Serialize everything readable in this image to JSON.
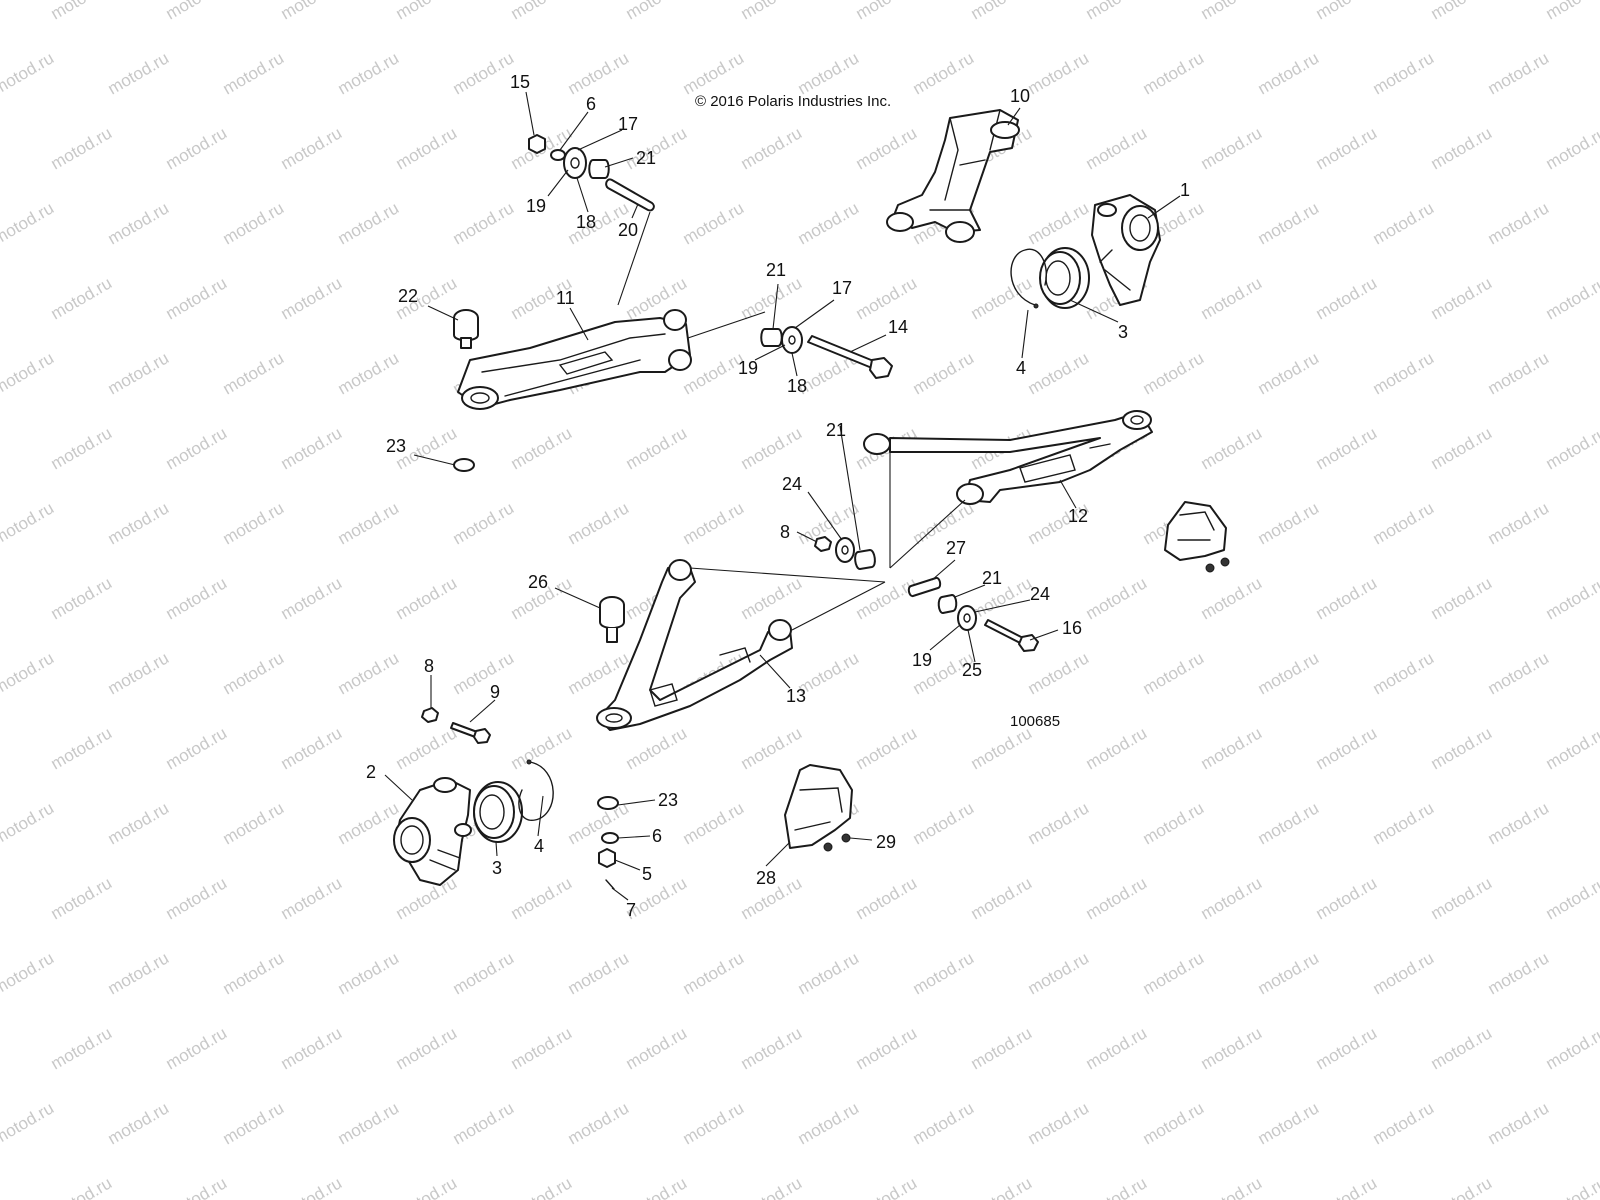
{
  "copyright": "© 2016 Polaris Industries Inc.",
  "figure_number": "100685",
  "watermark_text": "motod.ru",
  "colors": {
    "ink": "#1a1a1a",
    "watermark": "#c8c8c8",
    "background": "#ffffff"
  },
  "callouts": [
    {
      "id": "c15a",
      "label": "15"
    },
    {
      "id": "c6a",
      "label": "6"
    },
    {
      "id": "c17a",
      "label": "17"
    },
    {
      "id": "c21a",
      "label": "21"
    },
    {
      "id": "c19a",
      "label": "19"
    },
    {
      "id": "c18a",
      "label": "18"
    },
    {
      "id": "c20",
      "label": "20"
    },
    {
      "id": "c10",
      "label": "10"
    },
    {
      "id": "c1",
      "label": "1"
    },
    {
      "id": "c22",
      "label": "22"
    },
    {
      "id": "c11",
      "label": "11"
    },
    {
      "id": "c21b",
      "label": "21"
    },
    {
      "id": "c17b",
      "label": "17"
    },
    {
      "id": "c14",
      "label": "14"
    },
    {
      "id": "c19b",
      "label": "19"
    },
    {
      "id": "c18b",
      "label": "18"
    },
    {
      "id": "c3a",
      "label": "3"
    },
    {
      "id": "c4a",
      "label": "4"
    },
    {
      "id": "c23a",
      "label": "23"
    },
    {
      "id": "c21c",
      "label": "21"
    },
    {
      "id": "c24a",
      "label": "24"
    },
    {
      "id": "c8a",
      "label": "8"
    },
    {
      "id": "c12",
      "label": "12"
    },
    {
      "id": "c27",
      "label": "27"
    },
    {
      "id": "c21d",
      "label": "21"
    },
    {
      "id": "c24b",
      "label": "24"
    },
    {
      "id": "c16",
      "label": "16"
    },
    {
      "id": "c19c",
      "label": "19"
    },
    {
      "id": "c25",
      "label": "25"
    },
    {
      "id": "c26",
      "label": "26"
    },
    {
      "id": "c13",
      "label": "13"
    },
    {
      "id": "c8b",
      "label": "8"
    },
    {
      "id": "c9",
      "label": "9"
    },
    {
      "id": "c2",
      "label": "2"
    },
    {
      "id": "c3b",
      "label": "3"
    },
    {
      "id": "c4b",
      "label": "4"
    },
    {
      "id": "c23b",
      "label": "23"
    },
    {
      "id": "c6b",
      "label": "6"
    },
    {
      "id": "c5",
      "label": "5"
    },
    {
      "id": "c7",
      "label": "7"
    },
    {
      "id": "c28",
      "label": "28"
    },
    {
      "id": "c29",
      "label": "29"
    }
  ]
}
